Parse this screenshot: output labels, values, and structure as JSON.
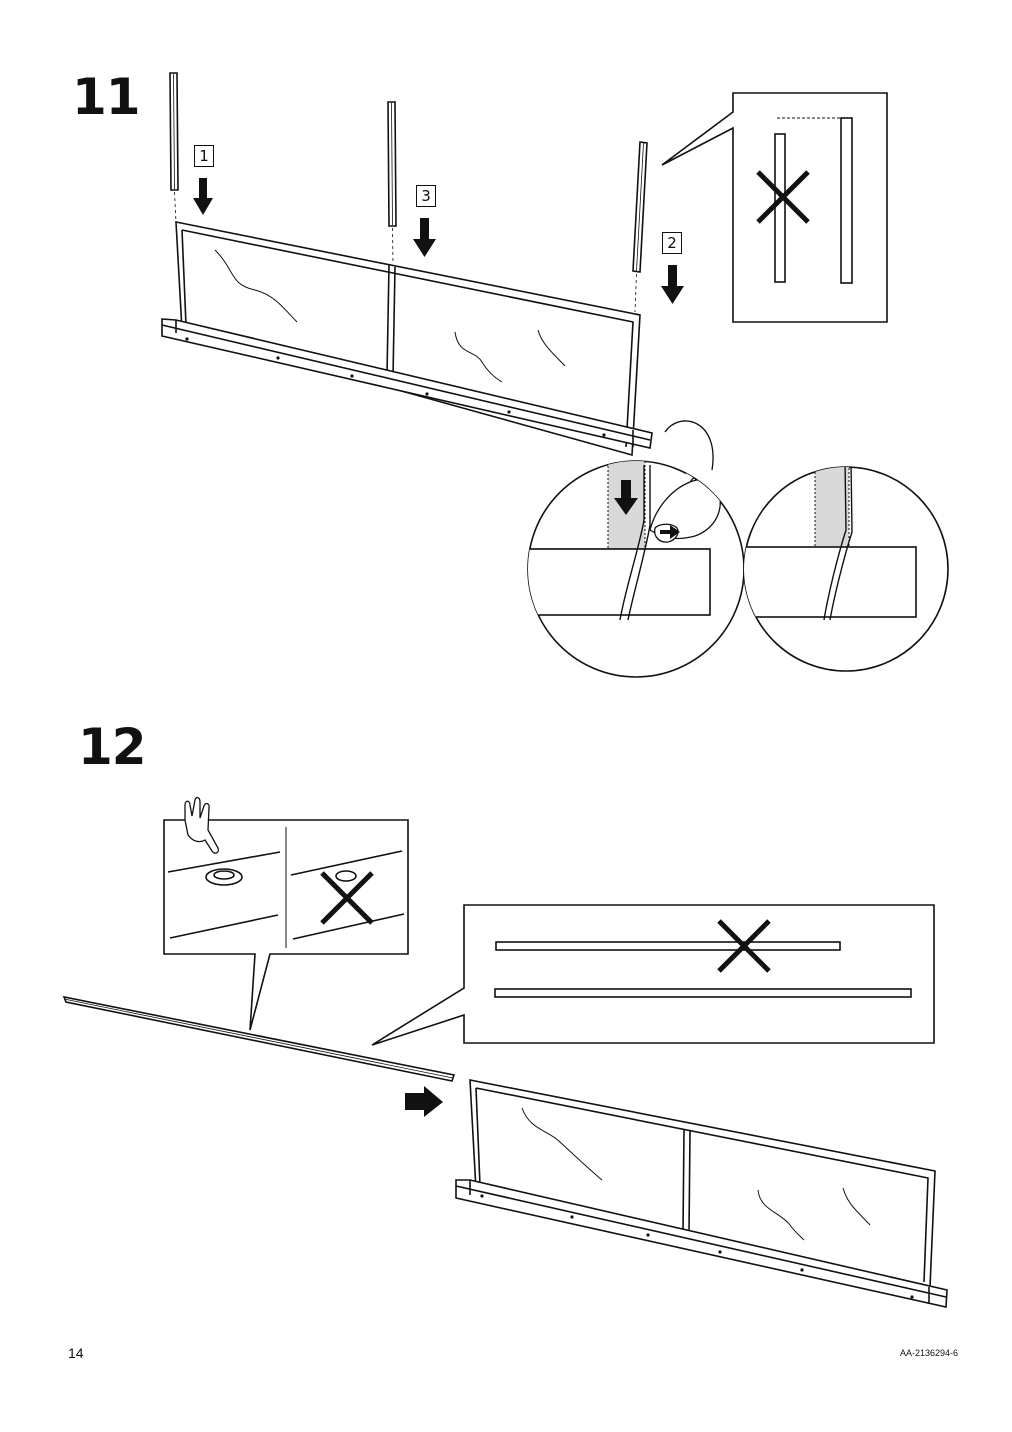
{
  "steps": [
    {
      "number": "11",
      "callouts": [
        "1",
        "3",
        "2"
      ]
    },
    {
      "number": "12"
    }
  ],
  "footer": {
    "page_number": "14",
    "document_code": "AA-2136294-6"
  },
  "colors": {
    "ink": "#111111",
    "highlight": "#d9d9d9",
    "background": "#ffffff"
  },
  "icons": [
    "down-arrow-icon",
    "right-arrow-icon",
    "cross-icon",
    "pointing-hand-icon",
    "hand-icon"
  ]
}
